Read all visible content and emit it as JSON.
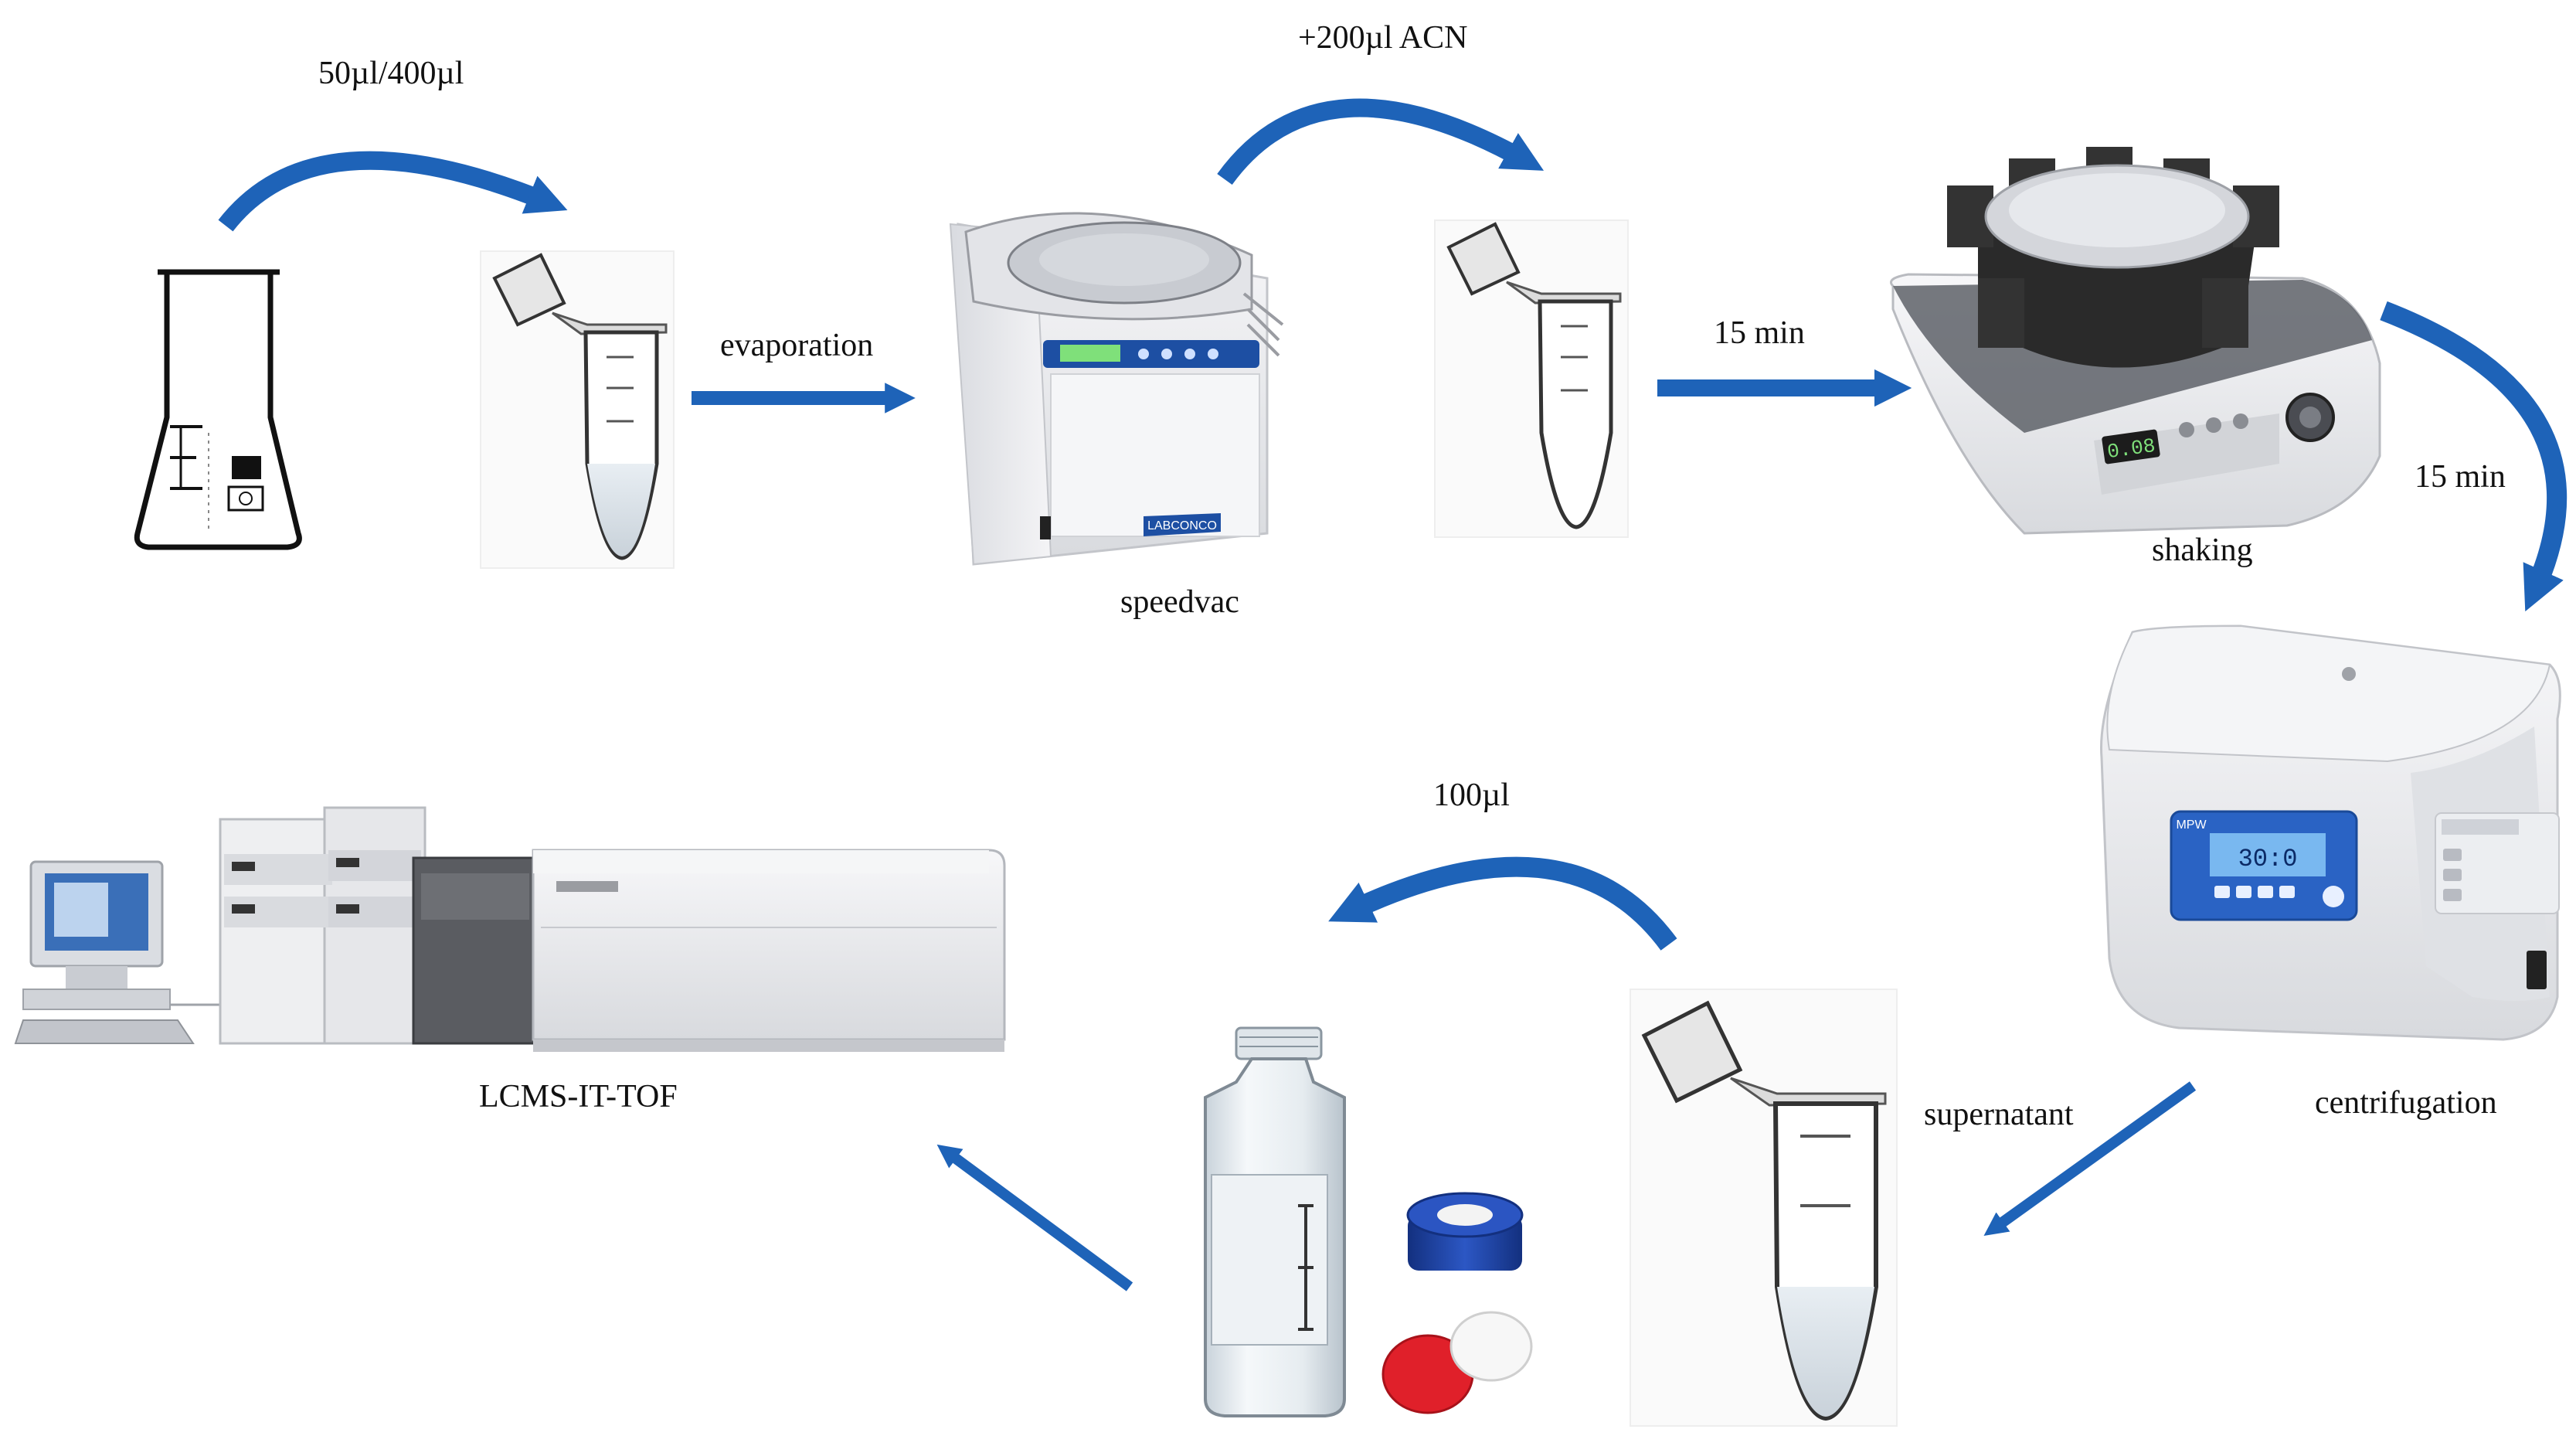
{
  "labels": {
    "volume_sample": "50µl/400µl",
    "evaporation": "evaporation",
    "speedvac": "speedvac",
    "add_acn": "+200µl ACN",
    "time_shake_in": "15 min",
    "shaking": "shaking",
    "time_centrifuge": "15 min",
    "centrifugation": "centrifugation",
    "supernatant": "supernatant",
    "transfer_volume": "100µl",
    "instrument": "LCMS-IT-TOF"
  },
  "devices": {
    "speedvac_brand": "LABCONCO",
    "shaker_display": "0.08",
    "centrifuge_display": "30:0",
    "centrifuge_brand": "MPW"
  },
  "colors": {
    "arrow": "#1e63b8",
    "arrow_dark": "#124a92",
    "vial_cap": "#1f3f9e",
    "septum_red": "#e0202a",
    "foam": "#2a2a2a",
    "device_body": "#e9eaee",
    "display_green": "#7fe07a"
  }
}
